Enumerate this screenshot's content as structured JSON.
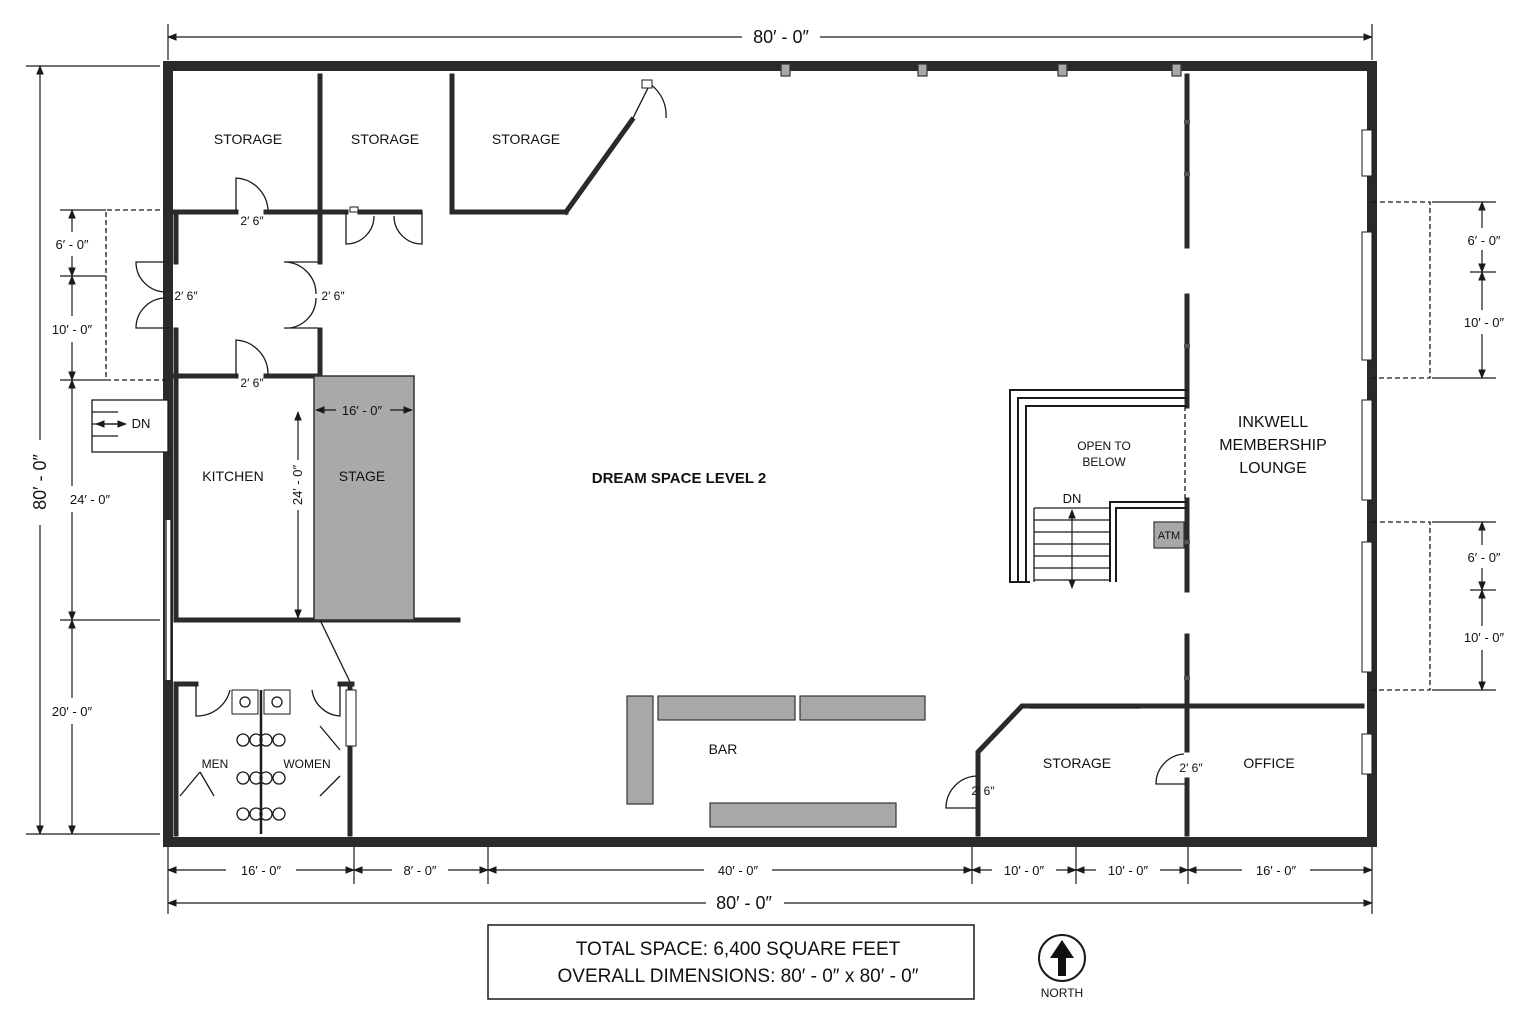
{
  "plan_title": "DREAM SPACE LEVEL 2",
  "rooms": {
    "storage_1": "STORAGE",
    "storage_2": "STORAGE",
    "storage_3": "STORAGE",
    "kitchen": "KITCHEN",
    "stage": "STAGE",
    "men": "MEN",
    "women": "WOMEN",
    "bar": "BAR",
    "storage_south": "STORAGE",
    "office": "OFFICE",
    "lounge_line1": "INKWELL",
    "lounge_line2": "MEMBERSHIP",
    "lounge_line3": "LOUNGE",
    "open_below_line1": "OPEN TO",
    "open_below_line2": "BELOW",
    "stair_dn": "DN",
    "west_stair_dn": "DN",
    "atm": "ATM"
  },
  "dimensions": {
    "top_overall": "80′ - 0″",
    "bottom_overall": "80′ - 0″",
    "left_overall": "80′ - 0″",
    "left_segments": [
      "6′ - 0″",
      "10′ - 0″",
      "24′ - 0″",
      "20′ - 0″"
    ],
    "right_segments": [
      "6′ - 0″",
      "10′ - 0″",
      "6′ - 0″",
      "10′ - 0″"
    ],
    "bottom_segments": [
      "16′ - 0″",
      "8′ - 0″",
      "40′ - 0″",
      "10′ - 0″",
      "10′ - 0″",
      "16′ - 0″"
    ],
    "stage_width": "16′ - 0″",
    "stage_depth": "24′ - 0″",
    "door_widths": {
      "vestibule_north": "2′ 6″",
      "vestibule_west": "2′ 6″",
      "vestibule_east": "2′ 6″",
      "vestibule_south": "2′ 6″",
      "storage_south": "2′ 6″",
      "office": "2′ 6″"
    }
  },
  "summary": {
    "line1": "TOTAL SPACE: 6,400 SQUARE FEET",
    "line2": "OVERALL DIMENSIONS: 80′ - 0″ x 80′ - 0″"
  },
  "north_label": "NORTH"
}
